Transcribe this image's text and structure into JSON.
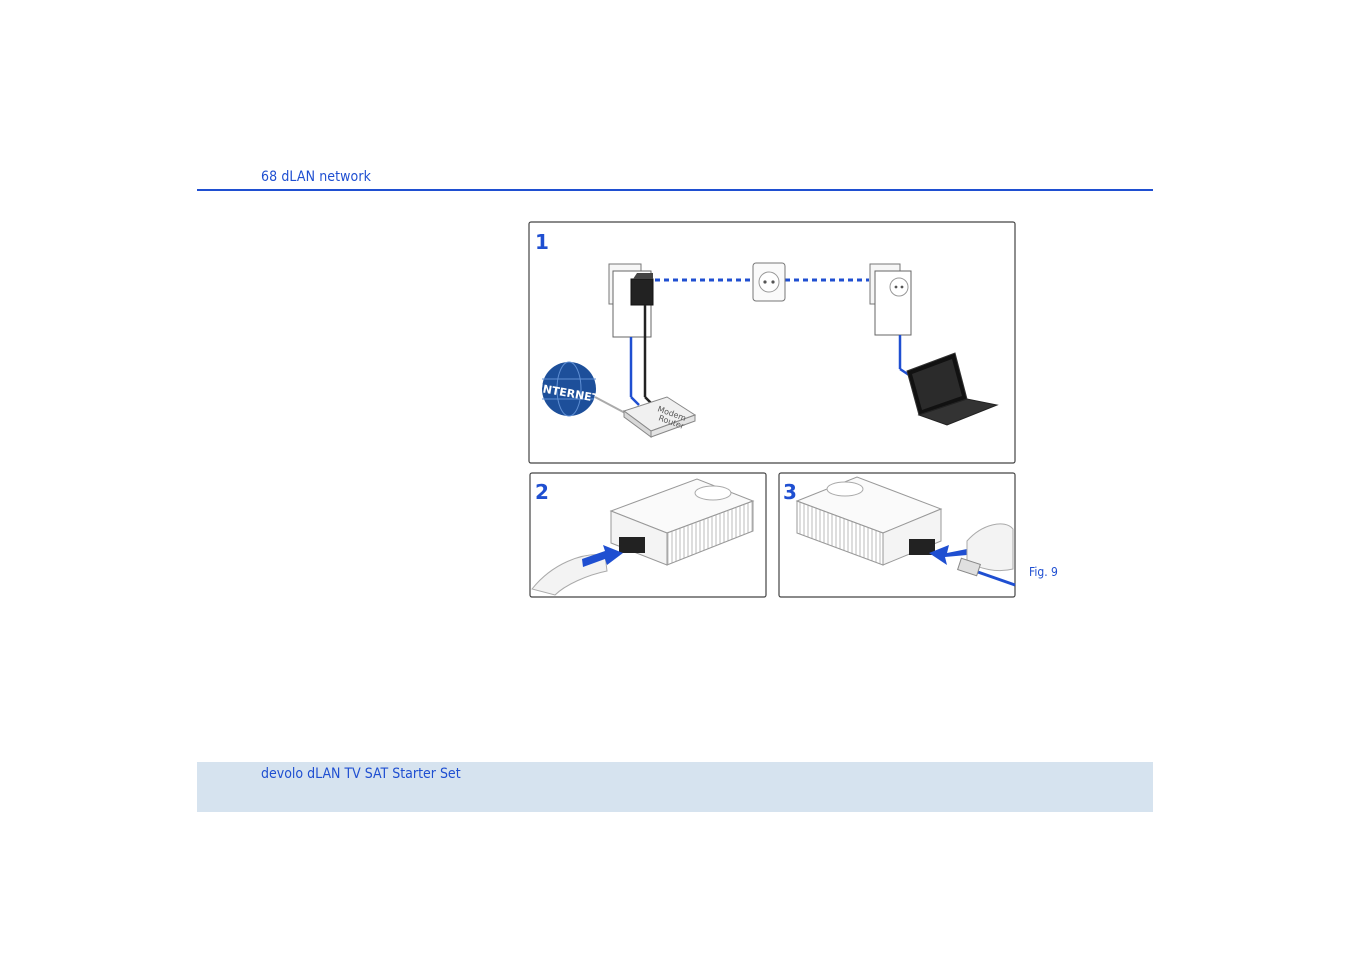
{
  "header": {
    "title": "68 dLAN network"
  },
  "figure": {
    "panels": [
      {
        "number": "1"
      },
      {
        "number": "2"
      },
      {
        "number": "3"
      }
    ],
    "labels": {
      "internet": "INTERNET",
      "modem_router_line1": "Modem",
      "modem_router_line2": "Router"
    },
    "caption": "Fig. 9"
  },
  "footer": {
    "text": "devolo dLAN TV SAT Starter Set"
  },
  "colors": {
    "accent": "#1f4fd1",
    "footer_band": "#d6e3ef",
    "globe": "#1d4f9a"
  }
}
